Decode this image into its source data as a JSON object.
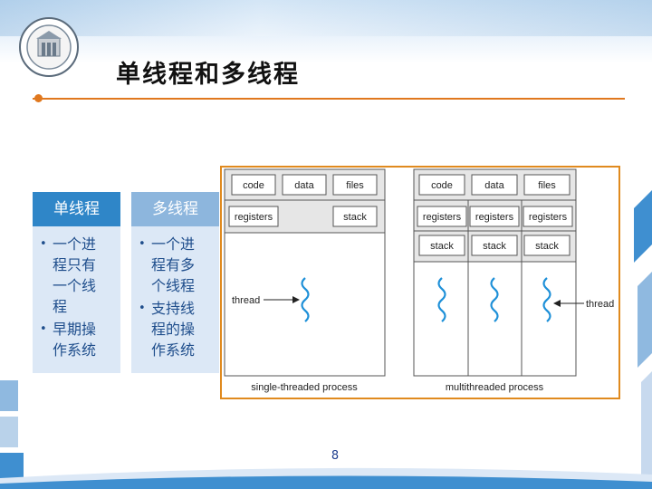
{
  "slide": {
    "title": "单线程和多线程",
    "page_number": "8"
  },
  "single_column": {
    "header": "单线程",
    "items": [
      "一个进\n程只有\n一个线\n程",
      "早期操\n作系统"
    ]
  },
  "multi_column": {
    "header": "多线程",
    "items": [
      "一个进\n程有多\n个线程",
      "支持线\n程的操\n作系统"
    ]
  },
  "diagram": {
    "single": {
      "top_row": [
        "code",
        "data",
        "files"
      ],
      "registers": "registers",
      "stack": "stack",
      "thread_label": "thread",
      "caption": "single-threaded process"
    },
    "multi": {
      "top_row": [
        "code",
        "data",
        "files"
      ],
      "registers": [
        "registers",
        "registers",
        "registers"
      ],
      "stacks": [
        "stack",
        "stack",
        "stack"
      ],
      "thread_label": "thread",
      "caption": "multithreaded process"
    }
  },
  "colors": {
    "accent_orange": "#e0781e",
    "header_blue": "#2f86c8",
    "header_light_blue": "#8db6dd",
    "text_blue": "#1f4e8c",
    "thread_blue": "#1e90d8"
  }
}
